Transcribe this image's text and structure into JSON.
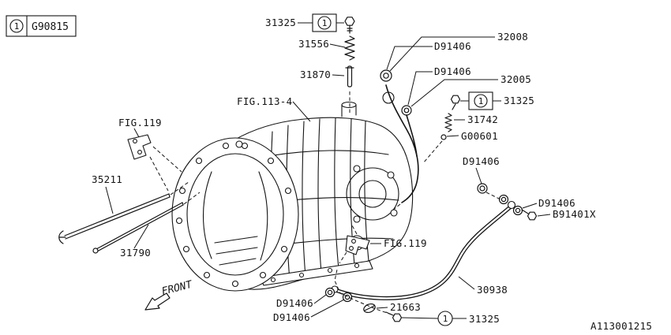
{
  "legend": {
    "symbol": "1",
    "code": "G90815"
  },
  "front_label": "FRONT",
  "drawing_number": "A113001215",
  "callouts": [
    {
      "id": "31325-top",
      "text": "31325"
    },
    {
      "id": "31556",
      "text": "31556"
    },
    {
      "id": "31870",
      "text": "31870"
    },
    {
      "id": "fig-113-4",
      "text": "FIG.113-4"
    },
    {
      "id": "d91406-a",
      "text": "D91406"
    },
    {
      "id": "32008",
      "text": "32008"
    },
    {
      "id": "d91406-b",
      "text": "D91406"
    },
    {
      "id": "32005",
      "text": "32005"
    },
    {
      "id": "31325-right",
      "text": "31325"
    },
    {
      "id": "31742",
      "text": "31742"
    },
    {
      "id": "g00601",
      "text": "G00601"
    },
    {
      "id": "fig-119-left",
      "text": "FIG.119"
    },
    {
      "id": "35211",
      "text": "35211"
    },
    {
      "id": "d91406-c",
      "text": "D91406"
    },
    {
      "id": "d91406-d",
      "text": "D91406"
    },
    {
      "id": "b91401x",
      "text": "B91401X"
    },
    {
      "id": "31790",
      "text": "31790"
    },
    {
      "id": "fig-119-lower",
      "text": "FIG.119"
    },
    {
      "id": "30938",
      "text": "30938"
    },
    {
      "id": "d91406-e",
      "text": "D91406"
    },
    {
      "id": "d91406-f",
      "text": "D91406"
    },
    {
      "id": "21663",
      "text": "21663"
    },
    {
      "id": "31325-bottom",
      "text": "31325"
    }
  ]
}
